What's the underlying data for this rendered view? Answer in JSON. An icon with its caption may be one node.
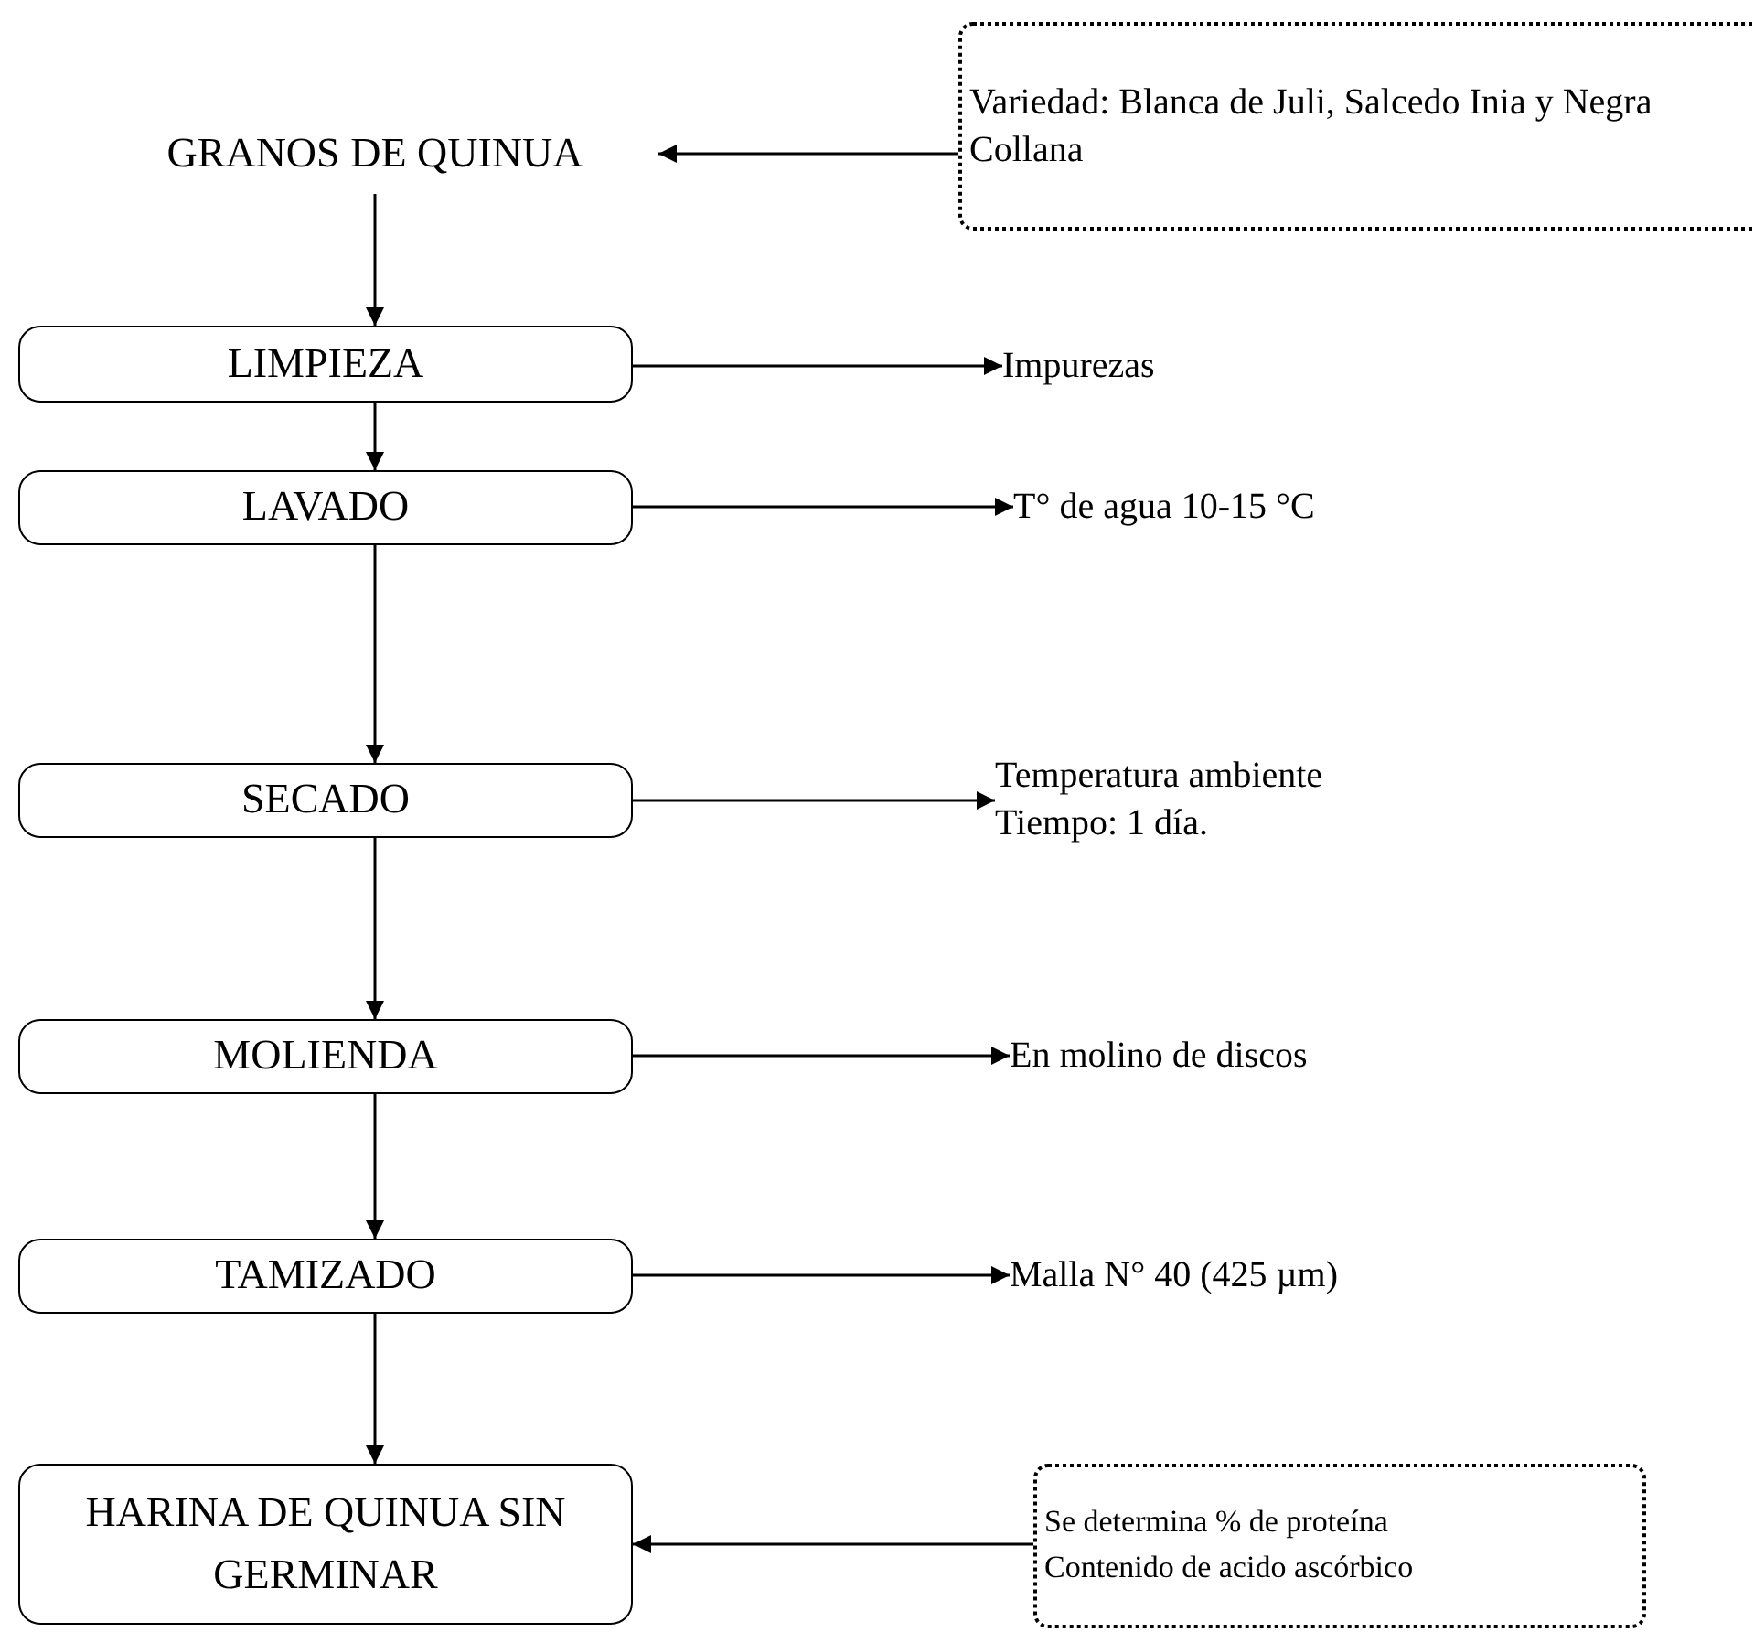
{
  "diagram": {
    "nodes": [
      {
        "text": [
          "GRANOS DE QUINUA"
        ]
      },
      {
        "text": [
          "Variedad: Blanca de Juli, Salcedo Inia y Negra Collana"
        ]
      },
      {
        "text": [
          "LIMPIEZA"
        ]
      },
      {
        "text": [
          "Impurezas"
        ]
      },
      {
        "text": [
          "LAVADO"
        ]
      },
      {
        "text": [
          "T° de agua 10-15 °C"
        ]
      },
      {
        "text": [
          "SECADO"
        ]
      },
      {
        "text": [
          "Temperatura ambiente",
          "Tiempo: 1 día."
        ]
      },
      {
        "text": [
          "MOLIENDA"
        ]
      },
      {
        "text": [
          "En molino de discos"
        ]
      },
      {
        "text": [
          "TAMIZADO"
        ]
      },
      {
        "text": [
          "Malla N° 40 (425 µm)"
        ]
      },
      {
        "text": [
          "HARINA DE QUINUA SIN GERMINAR"
        ]
      },
      {
        "text": [
          "Se determina % de proteína",
          "Contenido de acido ascórbico"
        ]
      }
    ],
    "edges": [
      {
        "from": 1,
        "to": 0,
        "arrow": "to"
      },
      {
        "from": 0,
        "to": 2,
        "arrow": "to"
      },
      {
        "from": 2,
        "to": 3,
        "arrow": "to"
      },
      {
        "from": 2,
        "to": 4,
        "arrow": "to"
      },
      {
        "from": 4,
        "to": 5,
        "arrow": "to"
      },
      {
        "from": 4,
        "to": 6,
        "arrow": "to"
      },
      {
        "from": 6,
        "to": 7,
        "arrow": "to"
      },
      {
        "from": 6,
        "to": 8,
        "arrow": "to"
      },
      {
        "from": 8,
        "to": 9,
        "arrow": "to"
      },
      {
        "from": 8,
        "to": 10,
        "arrow": "to"
      },
      {
        "from": 10,
        "to": 11,
        "arrow": "to"
      },
      {
        "from": 10,
        "to": 12,
        "arrow": "to"
      },
      {
        "from": 13,
        "to": 12,
        "arrow": "to"
      }
    ]
  }
}
